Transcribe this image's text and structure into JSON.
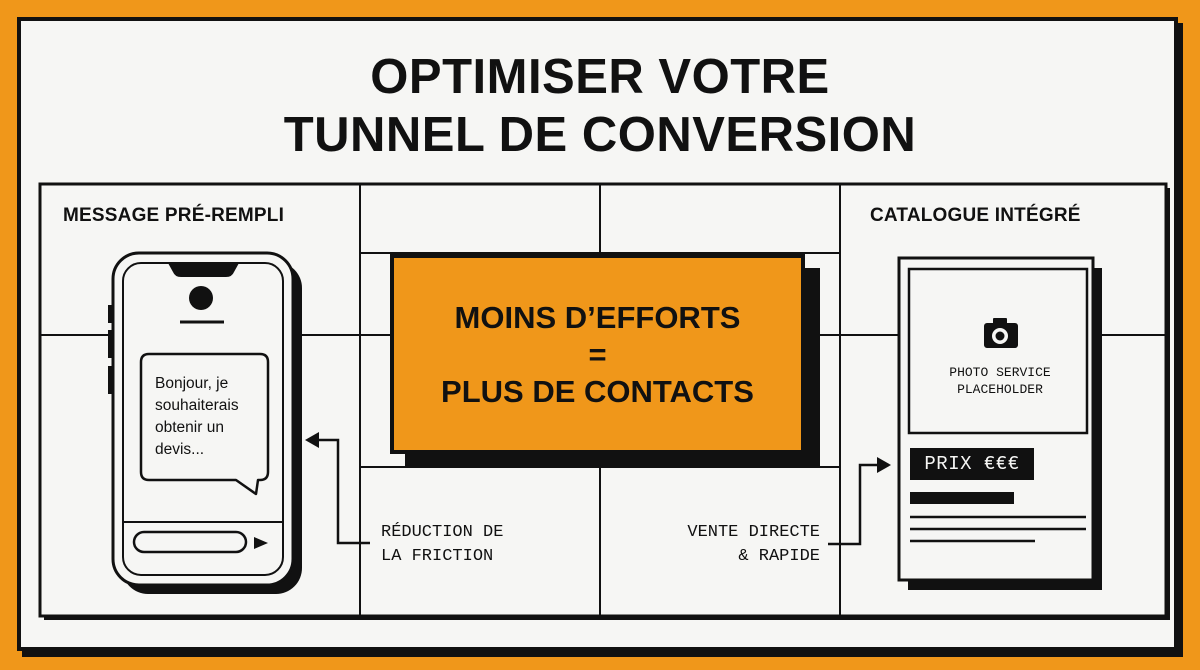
{
  "title": {
    "line1": "OPTIMISER VOTRE",
    "line2": "TUNNEL DE CONVERSION"
  },
  "left_section": {
    "label": "MESSAGE PRÉ-REMPLI",
    "chat_message": "Bonjour, je souhaiterais obtenir un devis...",
    "annotation_line1": "RÉDUCTION DE",
    "annotation_line2": "LA FRICTION",
    "icons": [
      "phone-icon",
      "avatar-icon",
      "speech-bubble-icon",
      "send-icon",
      "arrow-left-icon"
    ]
  },
  "center_box": {
    "line1": "MOINS D’EFFORTS",
    "line2": "=",
    "line3": "PLUS DE CONTACTS"
  },
  "right_section": {
    "label": "CATALOGUE INTÉGRÉ",
    "photo_label_line1": "PHOTO SERVICE",
    "photo_label_line2": "PLACEHOLDER",
    "price": "PRIX €€€",
    "annotation_line1": "VENTE DIRECTE",
    "annotation_line2": "& RAPIDE",
    "icons": [
      "camera-icon",
      "product-card-icon",
      "arrow-right-icon"
    ]
  },
  "colors": {
    "accent": "#F0971A",
    "ink": "#111111",
    "paper": "#F6F6F4"
  }
}
